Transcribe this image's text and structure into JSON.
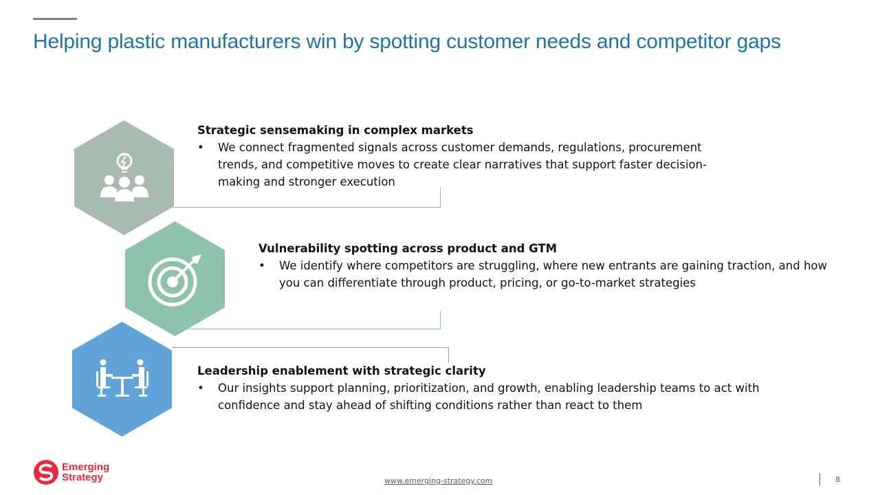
{
  "title": "Helping plastic manufacturers win by spotting customer needs and competitor gaps",
  "colors": {
    "title": "#1b75a8",
    "hex1": "#a7bbb0",
    "hex2": "#8fc2aa",
    "hex3": "#5fa3d8",
    "logo": "#e8283c"
  },
  "items": [
    {
      "icon": "lightbulb-team-icon",
      "heading": "Strategic sensemaking in complex markets",
      "bullet": "We connect fragmented signals across customer demands, regulations, procurement trends, and competitive moves to create clear narratives that support faster decision-making and stronger execution"
    },
    {
      "icon": "target-arrow-icon",
      "heading": "Vulnerability spotting across product and GTM",
      "bullet": "We identify where competitors are struggling, where new entrants are gaining traction, and how you can differentiate through product, pricing, or go-to-market strategies"
    },
    {
      "icon": "meeting-table-icon",
      "heading": "Leadership enablement with strategic clarity",
      "bullet": "Our insights support planning, prioritization, and growth, enabling leadership teams to act with confidence and stay ahead of shifting conditions rather than react to them"
    }
  ],
  "footer": {
    "logo_line1": "Emerging",
    "logo_line2": "Strategy",
    "url": "www.emerging-strategy.com",
    "page": "8"
  }
}
